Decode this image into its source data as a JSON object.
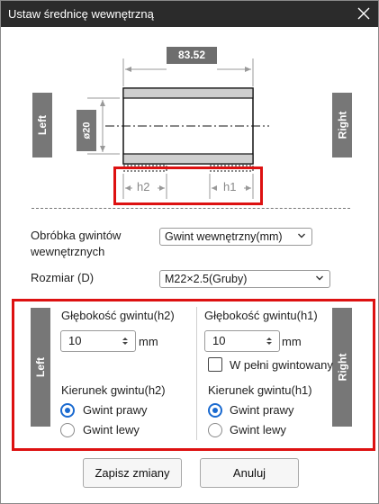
{
  "window": {
    "title": "Ustaw średnicę wewnętrzną"
  },
  "diagram": {
    "length": "83.52",
    "diameter": "ø20",
    "left_label": "Left",
    "right_label": "Right",
    "h2_label": "h2",
    "h1_label": "h1"
  },
  "form": {
    "treatment_label": "Obróbka gwintów wewnętrznych",
    "treatment_value": "Gwint wewnętrzny(mm)",
    "size_label": "Rozmiar (D)",
    "size_value": "M22×2.5(Gruby)"
  },
  "left_panel": {
    "tab_label": "Left",
    "depth_label": "Głębokość gwintu(h2)",
    "depth_value": "10",
    "unit": "mm",
    "direction_label": "Kierunek gwintu(h2)",
    "radio_right": "Gwint prawy",
    "radio_left": "Gwint lewy",
    "selected": "Gwint prawy"
  },
  "right_panel": {
    "tab_label": "Right",
    "depth_label": "Głębokość gwintu(h1)",
    "depth_value": "10",
    "unit": "mm",
    "full_thread_label": "W pełni gwintowany",
    "full_thread_checked": false,
    "direction_label": "Kierunek gwintu(h1)",
    "radio_right": "Gwint prawy",
    "radio_left": "Gwint lewy",
    "selected": "Gwint prawy"
  },
  "buttons": {
    "save": "Zapisz zmiany",
    "cancel": "Anuluj"
  },
  "colors": {
    "accent": "#1a6ad0",
    "highlight_box": "#dd1111",
    "tab_gray": "#777777"
  },
  "icons": {
    "close": "close-icon",
    "dropdown": "chevron-down-icon",
    "spinner": "spinner-arrows-icon"
  }
}
